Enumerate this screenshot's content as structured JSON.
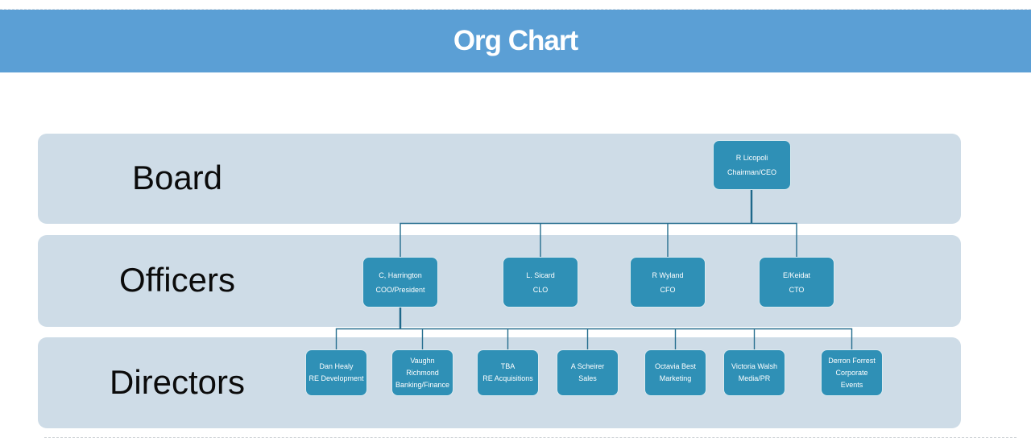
{
  "title": "Org Chart",
  "colors": {
    "header_bar": "#5B9FD5",
    "band_background": "#CEDCE7",
    "node_fill": "#2F90B6",
    "node_border": "#D9E9EF",
    "connector_line": "#266E8F",
    "label_text": "#0B0B0B",
    "node_text": "#FFFFFF"
  },
  "rows": {
    "board": {
      "label": "Board"
    },
    "officers": {
      "label": "Officers"
    },
    "directors": {
      "label": "Directors"
    }
  },
  "nodes": {
    "board": {
      "lines": [
        "R Licopoli",
        "Chairman/CEO"
      ]
    },
    "officers": [
      {
        "lines": [
          "C, Harrington",
          "COO/President"
        ]
      },
      {
        "lines": [
          "L. Sicard",
          "CLO"
        ]
      },
      {
        "lines": [
          "R Wyland",
          "CFO"
        ]
      },
      {
        "lines": [
          "E/Keidat",
          "CTO"
        ]
      }
    ],
    "directors": [
      {
        "lines": [
          "Dan Healy",
          "RE Development"
        ]
      },
      {
        "lines": [
          "Vaughn",
          "Richmond",
          "Banking/Finance"
        ]
      },
      {
        "lines": [
          "TBA",
          "RE Acquisitions"
        ]
      },
      {
        "lines": [
          "A Scheirer",
          "Sales"
        ]
      },
      {
        "lines": [
          "Octavia Best",
          "Marketing"
        ]
      },
      {
        "lines": [
          "Victoria Walsh",
          "Media/PR"
        ]
      },
      {
        "lines": [
          "Derron Forrest",
          "Corporate",
          "Events"
        ]
      }
    ]
  }
}
